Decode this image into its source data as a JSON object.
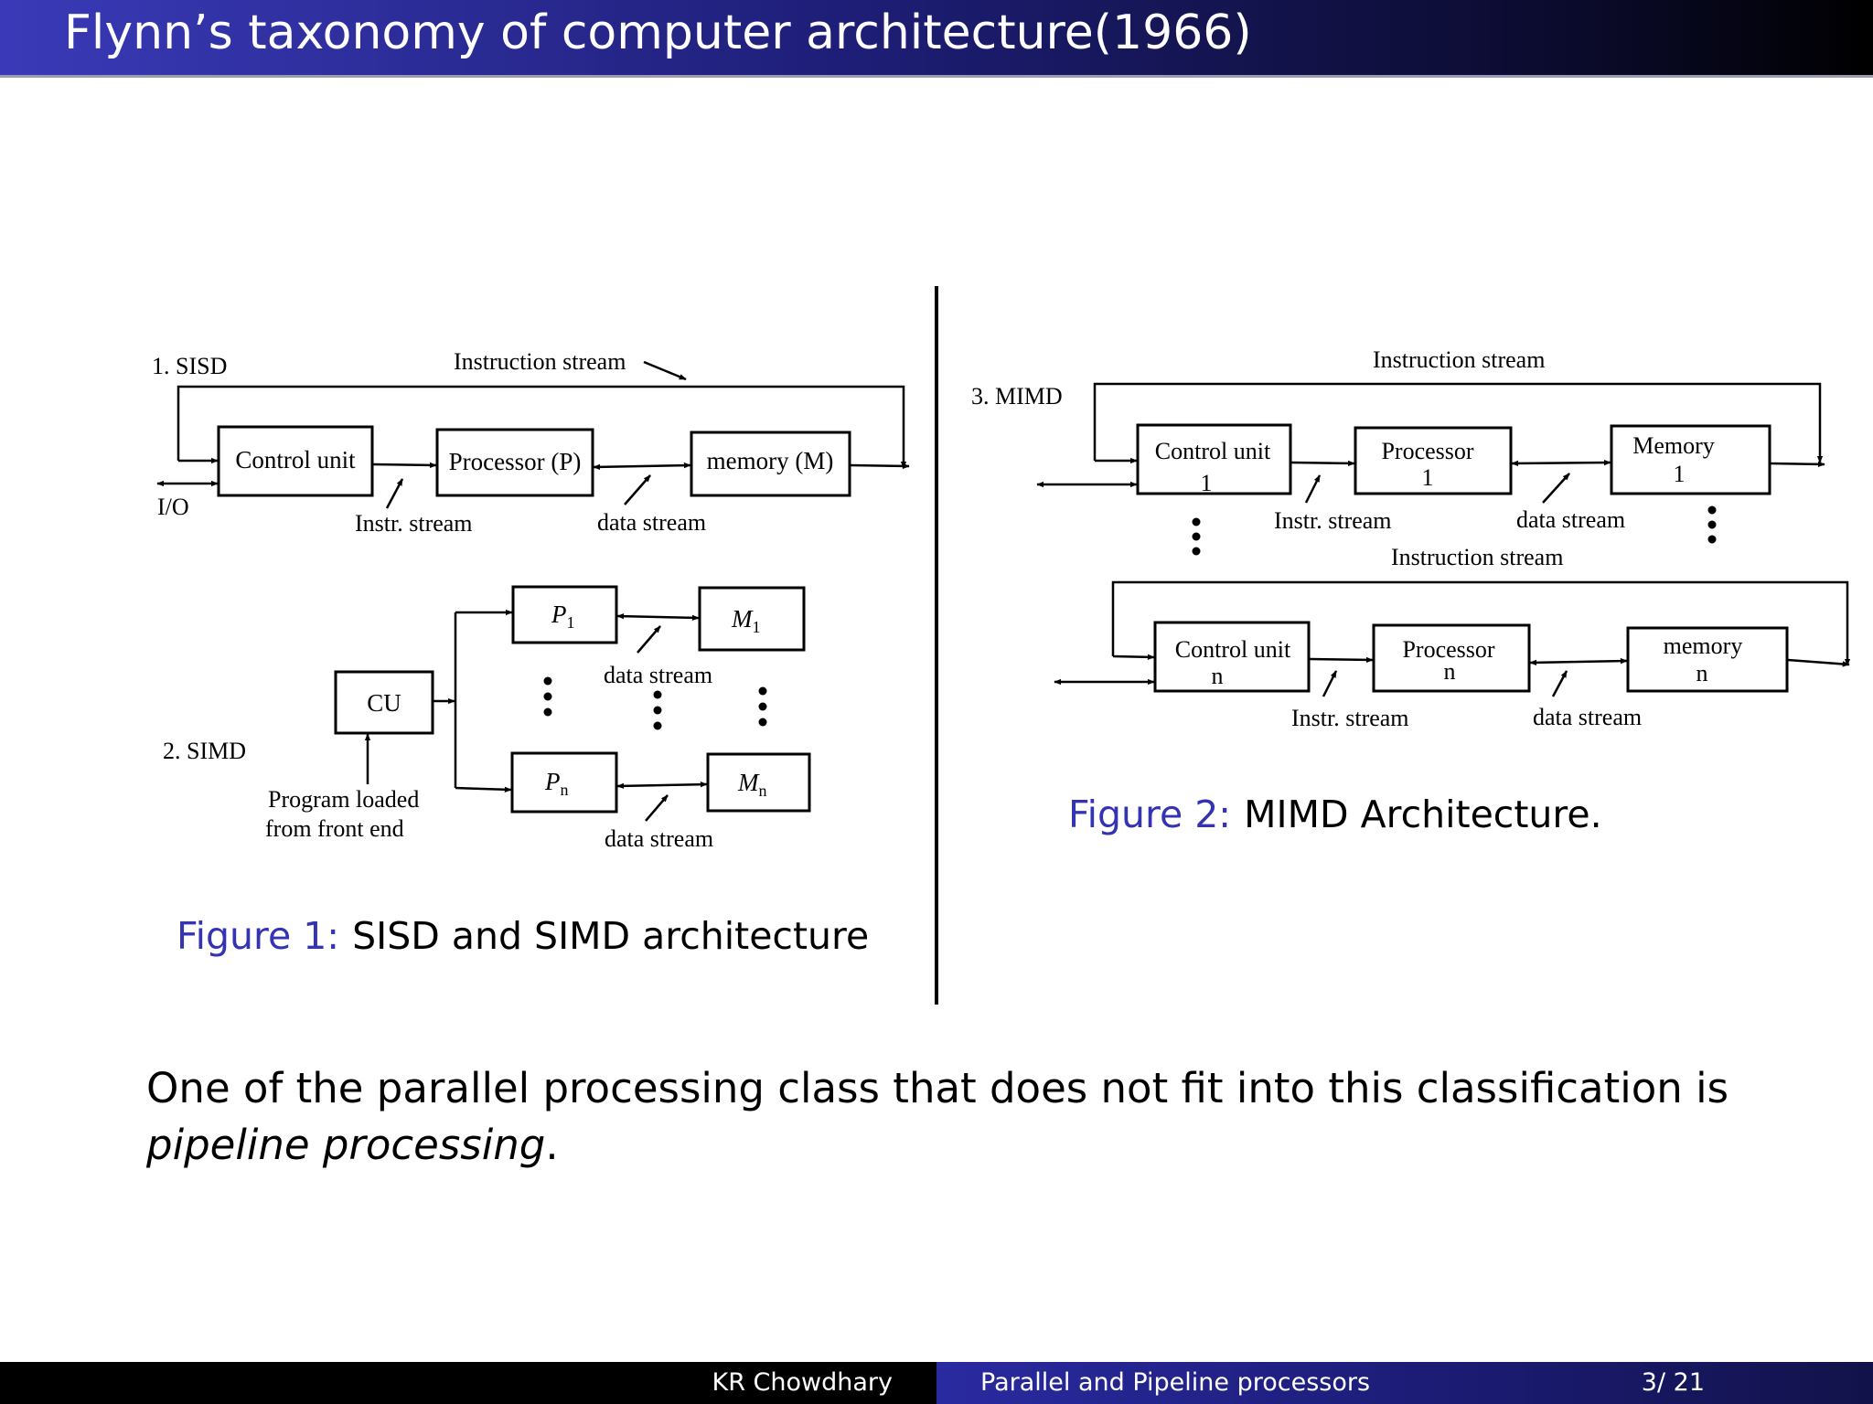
{
  "header": {
    "title": "Flynn’s taxonomy of computer architecture(1966)"
  },
  "figure1": {
    "sisd": {
      "label": "1. SISD",
      "instruction_stream": "Instruction stream",
      "control_unit": "Control unit",
      "processor": "Processor (P)",
      "memory": "memory (M)",
      "io": "I/O",
      "instr_stream": "Instr. stream",
      "data_stream": "data stream"
    },
    "simd": {
      "label": "2. SIMD",
      "cu": "CU",
      "p1": "P",
      "p1_sub": "1",
      "pn": "P",
      "pn_sub": "n",
      "m1": "M",
      "m1_sub": "1",
      "mn": "M",
      "mn_sub": "n",
      "data_stream_top": "data stream",
      "data_stream_bottom": "data  stream",
      "program_line1": "Program loaded",
      "program_line2": "from front end"
    },
    "caption_label": "Figure 1:",
    "caption_text": "SISD and SIMD architecture"
  },
  "figure2": {
    "label": "3. MIMD",
    "instruction_stream_top": "Instruction stream",
    "instruction_stream_mid": "Instruction stream",
    "cu1_line1": "Control unit",
    "cu1_line2": "1",
    "p1_line1": "Processor",
    "p1_line2": "1",
    "m1_line1": "Memory",
    "m1_line2": "1",
    "cun_line1": "Control unit",
    "cun_line2": "n",
    "pn_line1": "Processor",
    "pn_line2": "n",
    "mn_line1": "memory",
    "mn_line2": "n",
    "instr_stream_1": "Instr. stream",
    "data_stream_1": "data stream",
    "instr_stream_n": "Instr. stream",
    "data_stream_n": "data stream",
    "caption_label": "Figure 2:",
    "caption_text": "MIMD Architecture."
  },
  "body": {
    "text_before": "One of the parallel processing class that does not fit into this classification is",
    "text_em": "pipeline processing",
    "text_after": "."
  },
  "footer": {
    "author": "KR Chowdhary",
    "talk_title": "Parallel and Pipeline processors",
    "page": "3/ 21"
  }
}
